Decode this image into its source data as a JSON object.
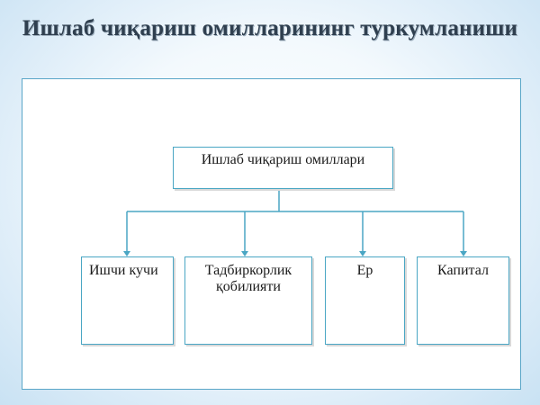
{
  "title": "Ишлаб чиқариш омилларининг туркумланиши",
  "diagram": {
    "root": "Ишлаб чиқариш омиллари",
    "children": [
      "Ишчи кучи",
      "Тадбиркорлик қобилияти",
      "Ер",
      "Капитал"
    ]
  },
  "colors": {
    "connector": "#4aa6c4",
    "box_border": "#4aa6c4",
    "title": "#2f3f4f"
  }
}
